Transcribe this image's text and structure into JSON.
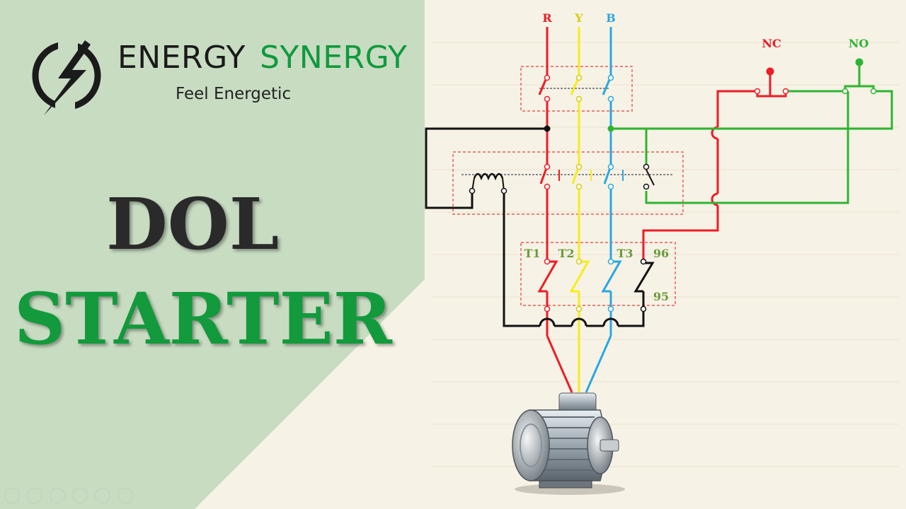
{
  "brand": {
    "name_part1": "ENERGY",
    "name_part2": "SYNERGY",
    "tagline": "Feel Energetic",
    "logo_icon": "lightning-bolt-icon"
  },
  "title": {
    "line1": "DOL",
    "line2": "STARTER"
  },
  "diagram": {
    "phases": [
      "R",
      "Y",
      "B"
    ],
    "buttons": {
      "nc": "NC",
      "no": "NO"
    },
    "overload_terminals": [
      "T1",
      "T2",
      "T3"
    ],
    "aux_terminals": {
      "top": "96",
      "bottom": "95"
    }
  },
  "colors": {
    "panel_green": "#c8dcc2",
    "background": "#f7f2e6",
    "red_phase": "#ee1c24",
    "yellow_phase": "#f7ec1a",
    "blue_phase": "#29a8e0",
    "control_green": "#2db532",
    "brand_green": "#0f9a3c"
  }
}
